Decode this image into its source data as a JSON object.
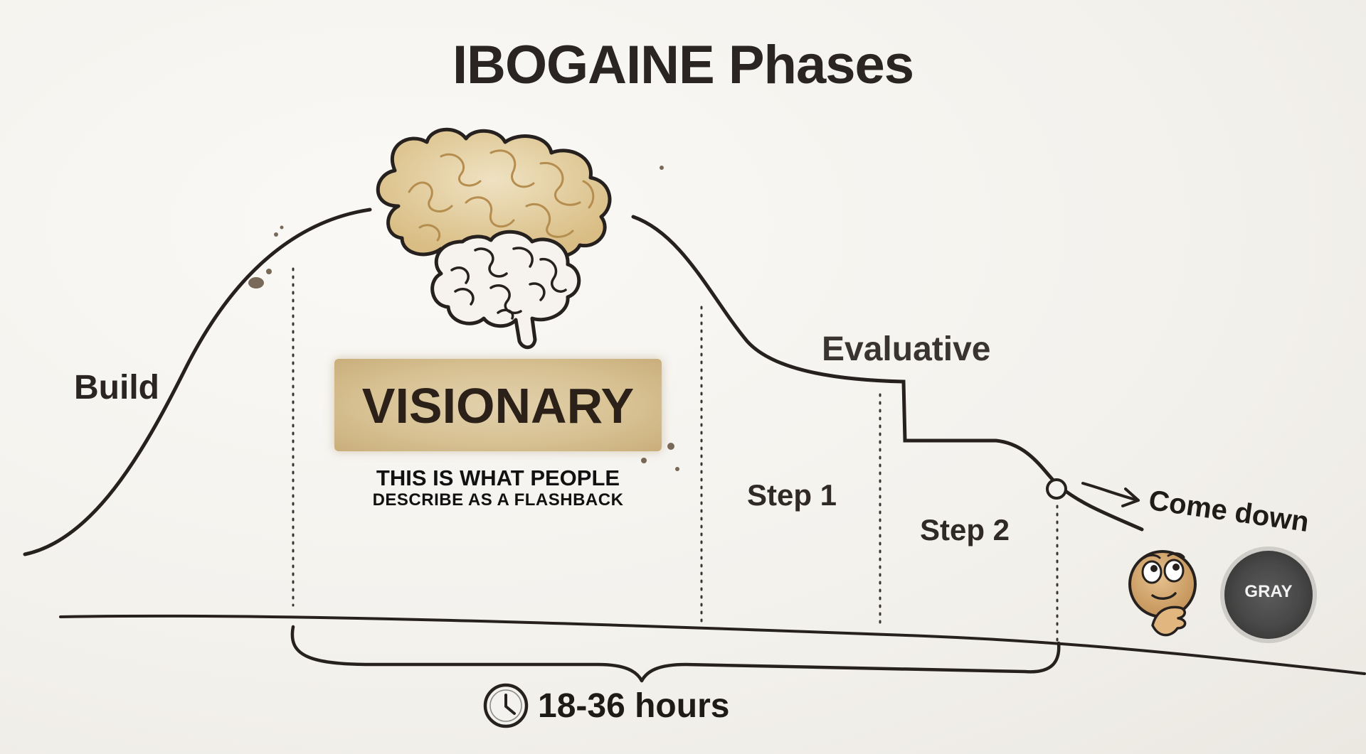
{
  "title": "IBOGAINE Phases",
  "phases": {
    "build": "Build",
    "visionary": "VISIONARY",
    "visionary_note_line1": "THIS IS WHAT PEOPLE",
    "visionary_note_line2": "DESCRIBE AS A FLASHBACK",
    "evaluative": "Evaluative",
    "step1": "Step 1",
    "step2": "Step 2",
    "come_down": "Come down"
  },
  "badge": {
    "gray": "GRAY"
  },
  "duration": "18-36 hours",
  "icons": {
    "brain_top": "ornate-brain-icon",
    "brain_bottom": "brain-icon",
    "clock": "clock-icon",
    "thinking_face": "thinking-face-icon",
    "arrow": "arrow-right-icon"
  },
  "colors": {
    "ink": "#2a2522",
    "gold": "#c8a66a",
    "parchment": "#d8c294",
    "gray_badge": "#4a4a4a"
  }
}
